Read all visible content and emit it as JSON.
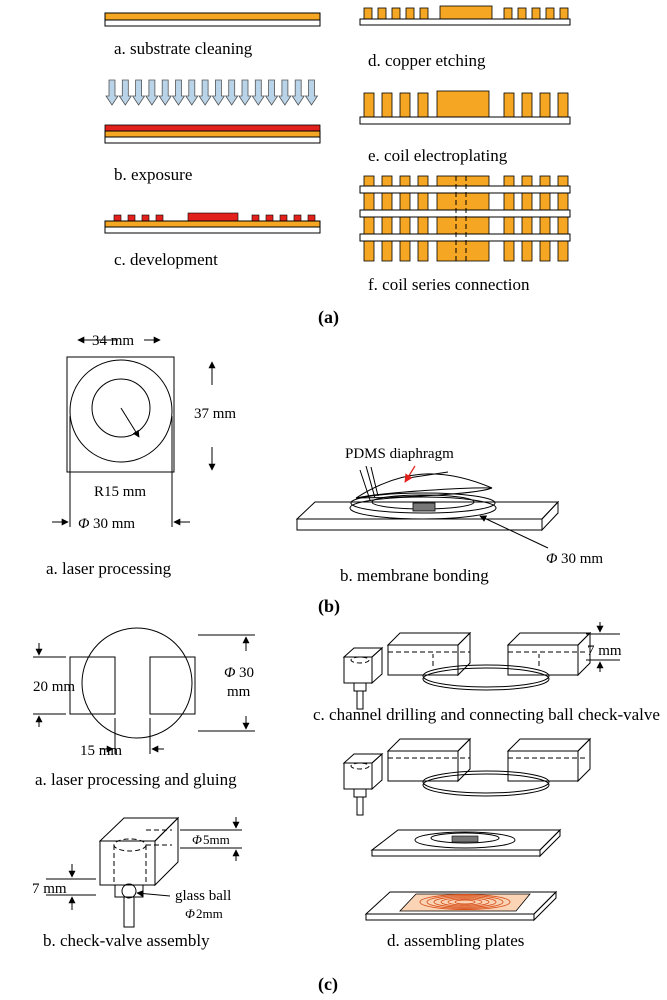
{
  "panel_a": {
    "label": "(a)",
    "captions": {
      "a": "a. substrate cleaning",
      "b": "b. exposure",
      "c": "c. development",
      "d": "d. copper etching",
      "e": "e. coil electroplating",
      "f": "f. coil series connection"
    }
  },
  "panel_b": {
    "label": "(b)",
    "dims": {
      "width": "34 mm",
      "height": "37 mm",
      "radius": "R15 mm",
      "diameter": "30 mm",
      "diameter_b": "30 mm"
    },
    "phi": "Φ",
    "diaphragm": "PDMS diaphragm",
    "captions": {
      "a": "a. laser processing",
      "b": "b. membrane bonding"
    }
  },
  "panel_c": {
    "label": "(c)",
    "dims": {
      "height": "20 mm",
      "gap": "15 mm",
      "dia_top": "30",
      "dia_bottom": "mm",
      "channel": "7 mm",
      "valve_h": "7 mm",
      "bore": "5mm",
      "ball_line1": "glass ball",
      "ball_line2": "2mm"
    },
    "phi": "Φ",
    "captions": {
      "a": "a. laser processing and gluing",
      "b": "b. check-valve assembly",
      "c": "c. channel drilling and connecting ball check-valve",
      "d": "d. assembling plates"
    }
  }
}
